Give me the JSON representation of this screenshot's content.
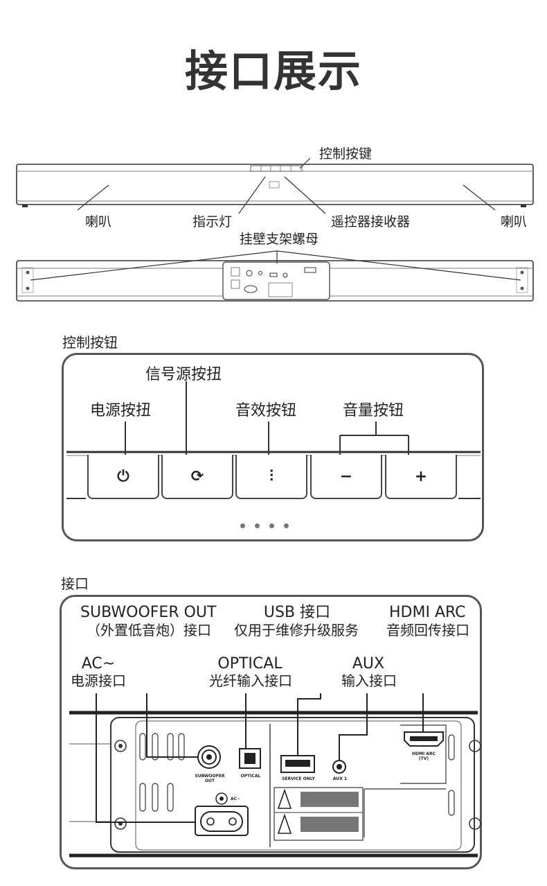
{
  "page": {
    "title": "接口展示"
  },
  "overview": {
    "labels": {
      "control_keys": "控制按键",
      "speaker_left": "喇叭",
      "speaker_right": "喇叭",
      "indicator": "指示灯",
      "remote_receiver": "遥控器接收器",
      "wall_mount": "挂壁支架螺母"
    }
  },
  "controls": {
    "section_title": "控制按钮",
    "labels": {
      "source": "信号源按扭",
      "power": "电源按扭",
      "sound_effect": "音效按钮",
      "volume": "音量按钮"
    },
    "buttons": [
      {
        "name": "power",
        "glyph": "⏻"
      },
      {
        "name": "source",
        "glyph": "⟳"
      },
      {
        "name": "sound-effect",
        "glyph": "⫶"
      },
      {
        "name": "volume-down",
        "glyph": "−"
      },
      {
        "name": "volume-up",
        "glyph": "+"
      }
    ],
    "dots": 4
  },
  "ports": {
    "section_title": "接口",
    "labels": {
      "subwoofer_en": "SUBWOOFER OUT",
      "subwoofer_cn": "（外置低音炮）接口",
      "usb_en": "USB  接口",
      "usb_cn": "仅用于维修升级服务",
      "hdmi_en": "HDMI ARC",
      "hdmi_cn": "音频回传接口",
      "ac_en": "AC~",
      "ac_cn": "电源接口",
      "optical_en": "OPTICAL",
      "optical_cn": "光纤输入接口",
      "aux_en": "AUX",
      "aux_cn": "输入接口"
    },
    "panel_text": {
      "subwoofer": "SUBWOOFER\nOUT",
      "optical": "OPTICAL",
      "service": "SERVICE ONLY",
      "aux": "AUX 1",
      "hdmi": "HDMI ARC\n(TV)",
      "ac": "AC~"
    }
  }
}
